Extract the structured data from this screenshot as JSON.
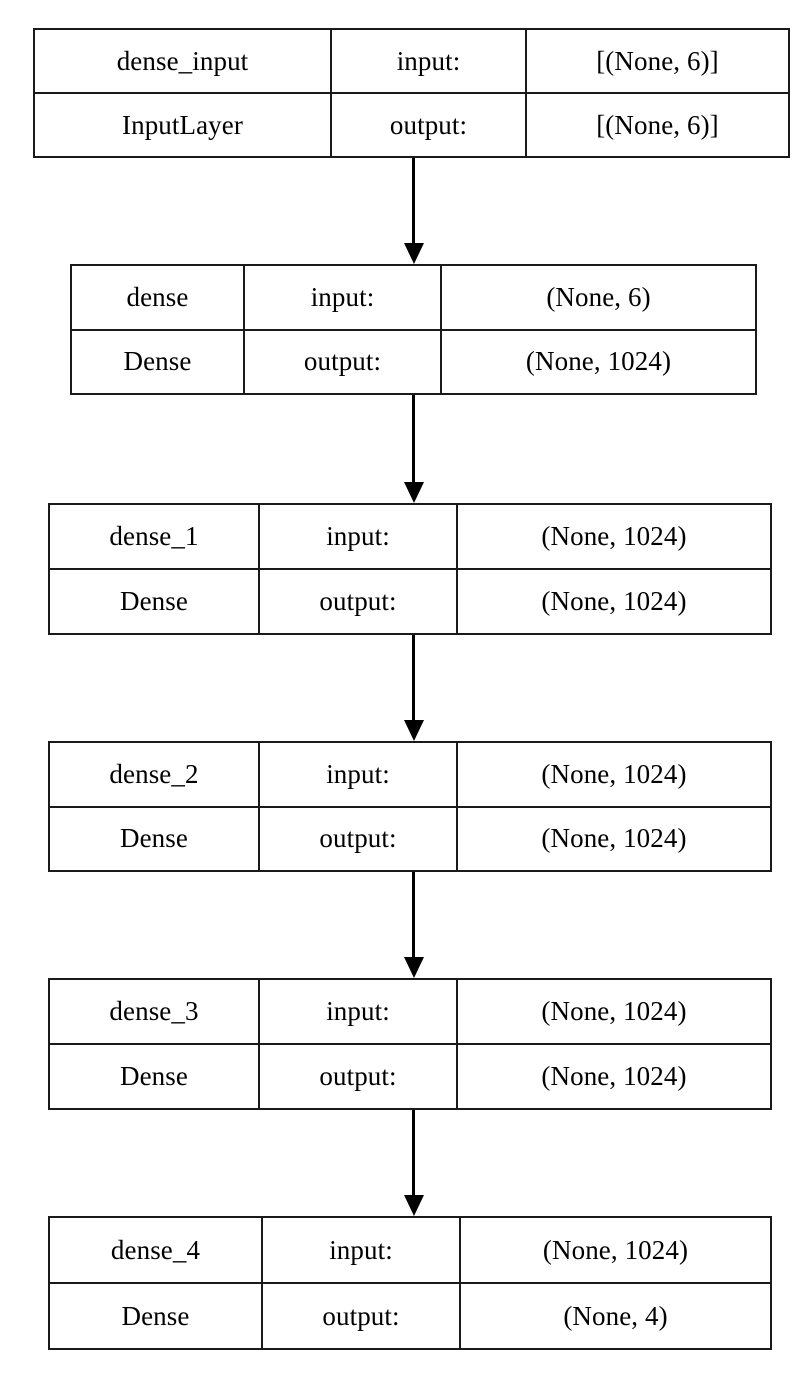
{
  "diagram": {
    "type": "keras-model-graph",
    "title": "",
    "orientation": "top-to-bottom",
    "background_color": "#ffffff",
    "border_color": "#1a1a1a",
    "edge_color": "#000000",
    "row_labels": {
      "input": "input:",
      "output": "output:"
    },
    "nodes": [
      {
        "id": "dense_input",
        "name": "dense_input",
        "class_name": "InputLayer",
        "input_label": "input:",
        "output_label": "output:",
        "input_shape": "[(None, 6)]",
        "output_shape": "[(None, 6)]"
      },
      {
        "id": "dense",
        "name": "dense",
        "class_name": "Dense",
        "input_label": "input:",
        "output_label": "output:",
        "input_shape": "(None, 6)",
        "output_shape": "(None, 1024)"
      },
      {
        "id": "dense_1",
        "name": "dense_1",
        "class_name": "Dense",
        "input_label": "input:",
        "output_label": "output:",
        "input_shape": "(None, 1024)",
        "output_shape": "(None, 1024)"
      },
      {
        "id": "dense_2",
        "name": "dense_2",
        "class_name": "Dense",
        "input_label": "input:",
        "output_label": "output:",
        "input_shape": "(None, 1024)",
        "output_shape": "(None, 1024)"
      },
      {
        "id": "dense_3",
        "name": "dense_3",
        "class_name": "Dense",
        "input_label": "input:",
        "output_label": "output:",
        "input_shape": "(None, 1024)",
        "output_shape": "(None, 1024)"
      },
      {
        "id": "dense_4",
        "name": "dense_4",
        "class_name": "Dense",
        "input_label": "input:",
        "output_label": "output:",
        "input_shape": "(None, 1024)",
        "output_shape": "(None, 4)"
      }
    ],
    "edges": [
      {
        "from": "dense_input",
        "to": "dense"
      },
      {
        "from": "dense",
        "to": "dense_1"
      },
      {
        "from": "dense_1",
        "to": "dense_2"
      },
      {
        "from": "dense_2",
        "to": "dense_3"
      },
      {
        "from": "dense_3",
        "to": "dense_4"
      }
    ]
  }
}
